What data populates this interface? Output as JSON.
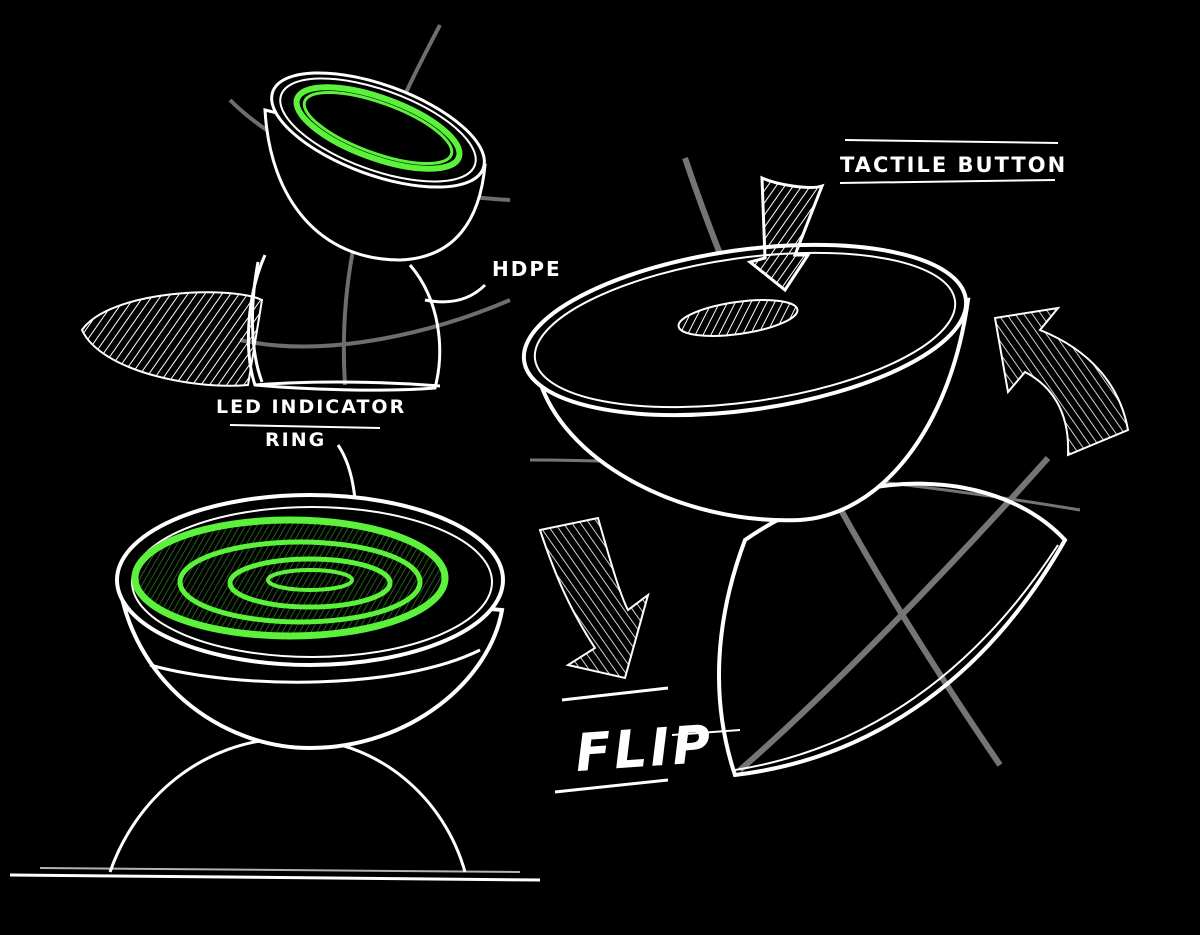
{
  "labels": {
    "tactile_button": "TACTILE BUTTON",
    "hdpe": "HDPE",
    "led_line1": "LED INDICATOR",
    "led_line2": "RING",
    "flip": "FLIP"
  },
  "colors": {
    "background": "#000000",
    "stroke": "#ffffff",
    "construction": "#8a8a8a",
    "led": "#5cf23c"
  }
}
